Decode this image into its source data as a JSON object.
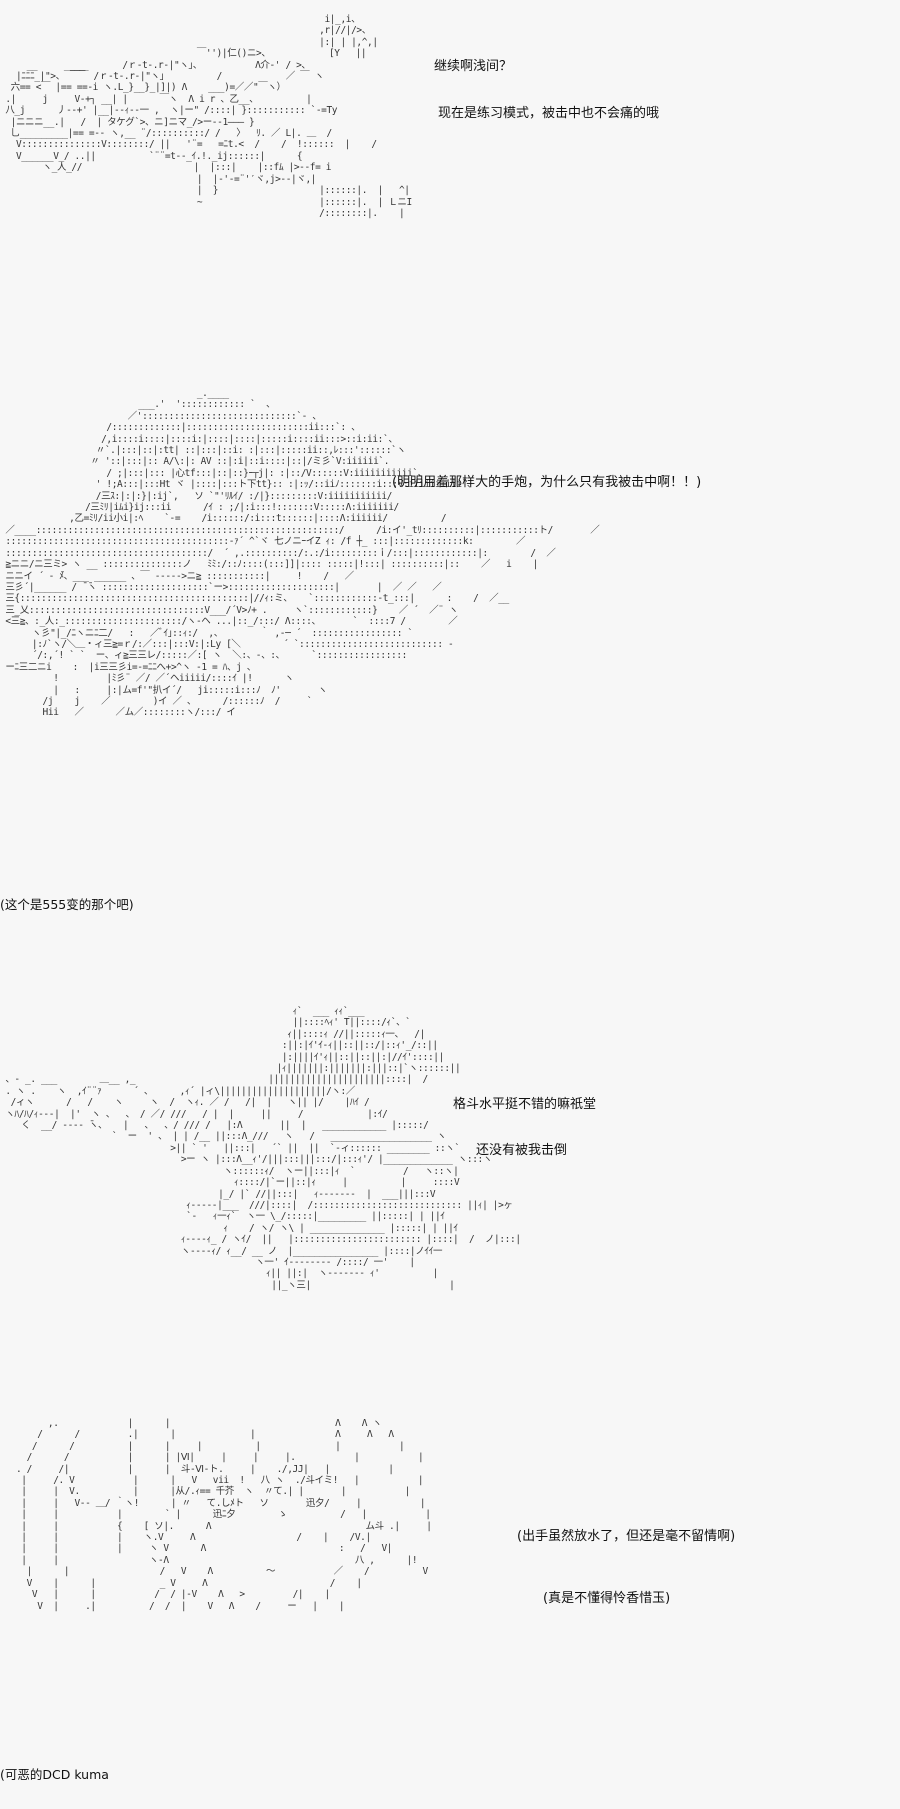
{
  "panels": [
    {
      "dialogue": [
        "继续啊浅间？",
        "现在是练习模式，被击中也不会痛的哦"
      ]
    },
    {
      "dialogue": [
        "(明明用着那样大的手炮，为什么只有我被击中啊！！)"
      ],
      "caption": "(这个是555变的那个吧)"
    },
    {
      "dialogue": [
        "格斗水平挺不错的嘛祇堂",
        "还没有被我击倒"
      ]
    },
    {
      "dialogue": [
        "(出手虽然放水了，但还是毫不留情啊)",
        "(真是不懂得怜香惜玉)"
      ],
      "caption": "(可恶的DCD kuma"
    }
  ]
}
